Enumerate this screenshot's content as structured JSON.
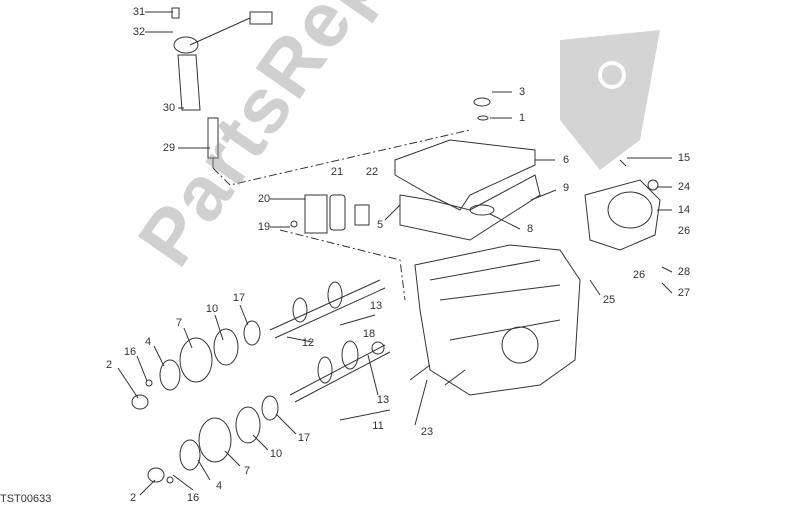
{
  "diagram": {
    "drawing_code": "TST00633",
    "watermark": "PartsRepublik",
    "labels": [
      "31",
      "32",
      "30",
      "29",
      "3",
      "1",
      "6",
      "15",
      "24",
      "14",
      "9",
      "8",
      "5",
      "21",
      "22",
      "20",
      "19",
      "26",
      "28",
      "27",
      "26",
      "25",
      "17",
      "10",
      "7",
      "4",
      "16",
      "2",
      "13",
      "18",
      "12",
      "13",
      "11",
      "23",
      "17",
      "10",
      "7",
      "4",
      "16",
      "2"
    ]
  },
  "colors": {
    "line": "#333333",
    "watermark": "#969696"
  }
}
